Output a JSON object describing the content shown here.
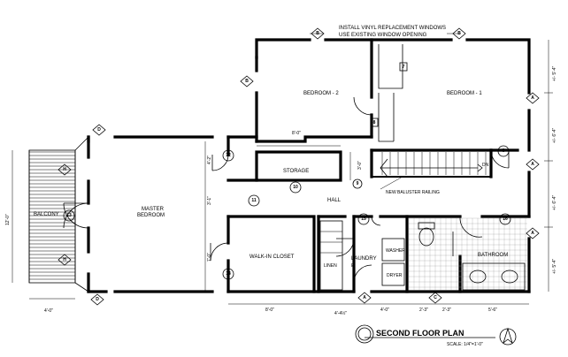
{
  "notes": {
    "windows_line1": "INSTALL VINYL REPLACEMENT WINDOWS",
    "windows_line2": "USE EXISTING WINDOW OPENING",
    "baluster": "NEW BALUSTER RAILING"
  },
  "rooms": {
    "bedroom2": "BEDROOM - 2",
    "bedroom1": "BEDROOM - 1",
    "storage": "STORAGE",
    "hall": "HALL",
    "master1": "MASTER",
    "master2": "BEDROOM",
    "balcony": "BALCONY",
    "walkin": "WALK-IN CLOSET",
    "linen": "LINEN",
    "laundry": "LAUNDRY",
    "washer": "WASHER",
    "dryer": "DRYER",
    "bathroom": "BATHROOM",
    "stair_dn": "DN"
  },
  "dimensions": {
    "storage_width": "8'-0\"",
    "closet_width": "8'-0\"",
    "linen_width": "4'-4½\"",
    "laundry_width": "4'-0\"",
    "bath_a": "2'-3\"",
    "bath_b": "2'-3\"",
    "bath_c": "5'-6\"",
    "balcony_width": "4'-0\"",
    "balcony_depth": "12'-0\"",
    "hall_a": "4'-2\"",
    "hall_b": "3'-1\"",
    "closet_depth": "7'-0\"",
    "storage_depth": "3'-0\"",
    "right_1": "+/- 5'-4\"",
    "right_2": "+/- 6'-4\"",
    "right_3": "+/- 6'-4\"",
    "right_4": "+/- 5'-4\""
  },
  "tags": {
    "t12": "12",
    "t10": "10",
    "t9": "9",
    "t11": "11",
    "t15": "15",
    "t13": "13",
    "t14": "14",
    "t16": "16",
    "t6": "6",
    "t7": "7",
    "t8": "8",
    "w_a": "A",
    "w_b": "B",
    "w_c": "C",
    "w_d": "D",
    "w_h": "H",
    "e": "E"
  },
  "title": {
    "main": "SECOND FLOOR PLAN",
    "scale": "SCALE: 1/4\"=1'-0\""
  }
}
